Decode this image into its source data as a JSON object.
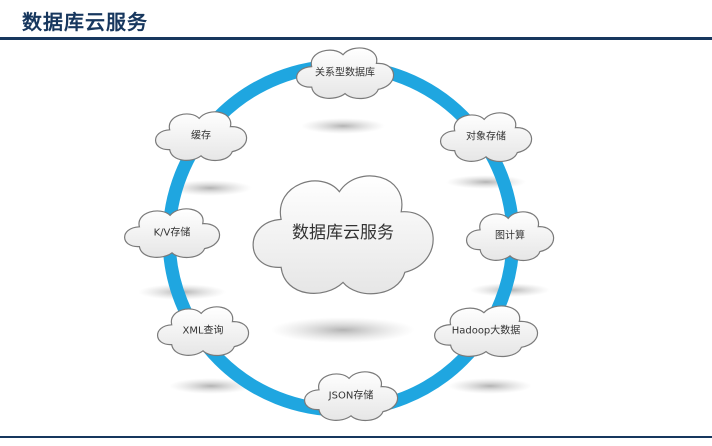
{
  "page_title": "数据库云服务",
  "center_label": "数据库云服务",
  "colors": {
    "title": "#17375e",
    "ring": "#1fa6e0",
    "cloud_fill": "#f2f2f2",
    "cloud_stroke": "#7a7a7a"
  },
  "nodes": [
    {
      "label": "关系型数据库"
    },
    {
      "label": "对象存储"
    },
    {
      "label": "图计算"
    },
    {
      "label": "Hadoop大数据"
    },
    {
      "label": "JSON存储"
    },
    {
      "label": "XML查询"
    },
    {
      "label": "K/V存储"
    },
    {
      "label": "缓存"
    }
  ]
}
